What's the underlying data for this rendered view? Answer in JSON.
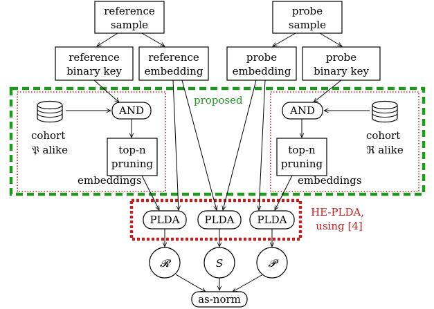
{
  "nodes": {
    "ref_sample": [
      "reference",
      "sample"
    ],
    "probe_sample": [
      "probe",
      "sample"
    ],
    "ref_key": [
      "reference",
      "binary key"
    ],
    "ref_emb": [
      "reference",
      "embedding"
    ],
    "probe_emb": [
      "probe",
      "embedding"
    ],
    "probe_key": [
      "probe",
      "binary key"
    ],
    "and_left": "AND",
    "and_right": "AND",
    "cohort_left": [
      "cohort",
      "𝔓 alike"
    ],
    "cohort_right": [
      "cohort",
      "ℜ alike"
    ],
    "prune_left": [
      "top-n",
      "pruning"
    ],
    "prune_right": [
      "top-n",
      "pruning"
    ],
    "embeddings_left": "embeddings",
    "embeddings_right": "embeddings",
    "plda_1": "PLDA",
    "plda_2": "PLDA",
    "plda_3": "PLDA",
    "score_r": "𝓡",
    "score_s": "𝑆",
    "score_p": "𝓟",
    "as_norm": "as-norm"
  },
  "annotations": {
    "proposed": "proposed",
    "he_plda": [
      "HE-PLDA,",
      "using [4]"
    ]
  },
  "colors": {
    "proposed_box": "#1f9a1f",
    "he_plda_box": "#c41e1e",
    "cohort_box": "#c41e1e"
  },
  "icons": {
    "cohort": "database-icon"
  }
}
